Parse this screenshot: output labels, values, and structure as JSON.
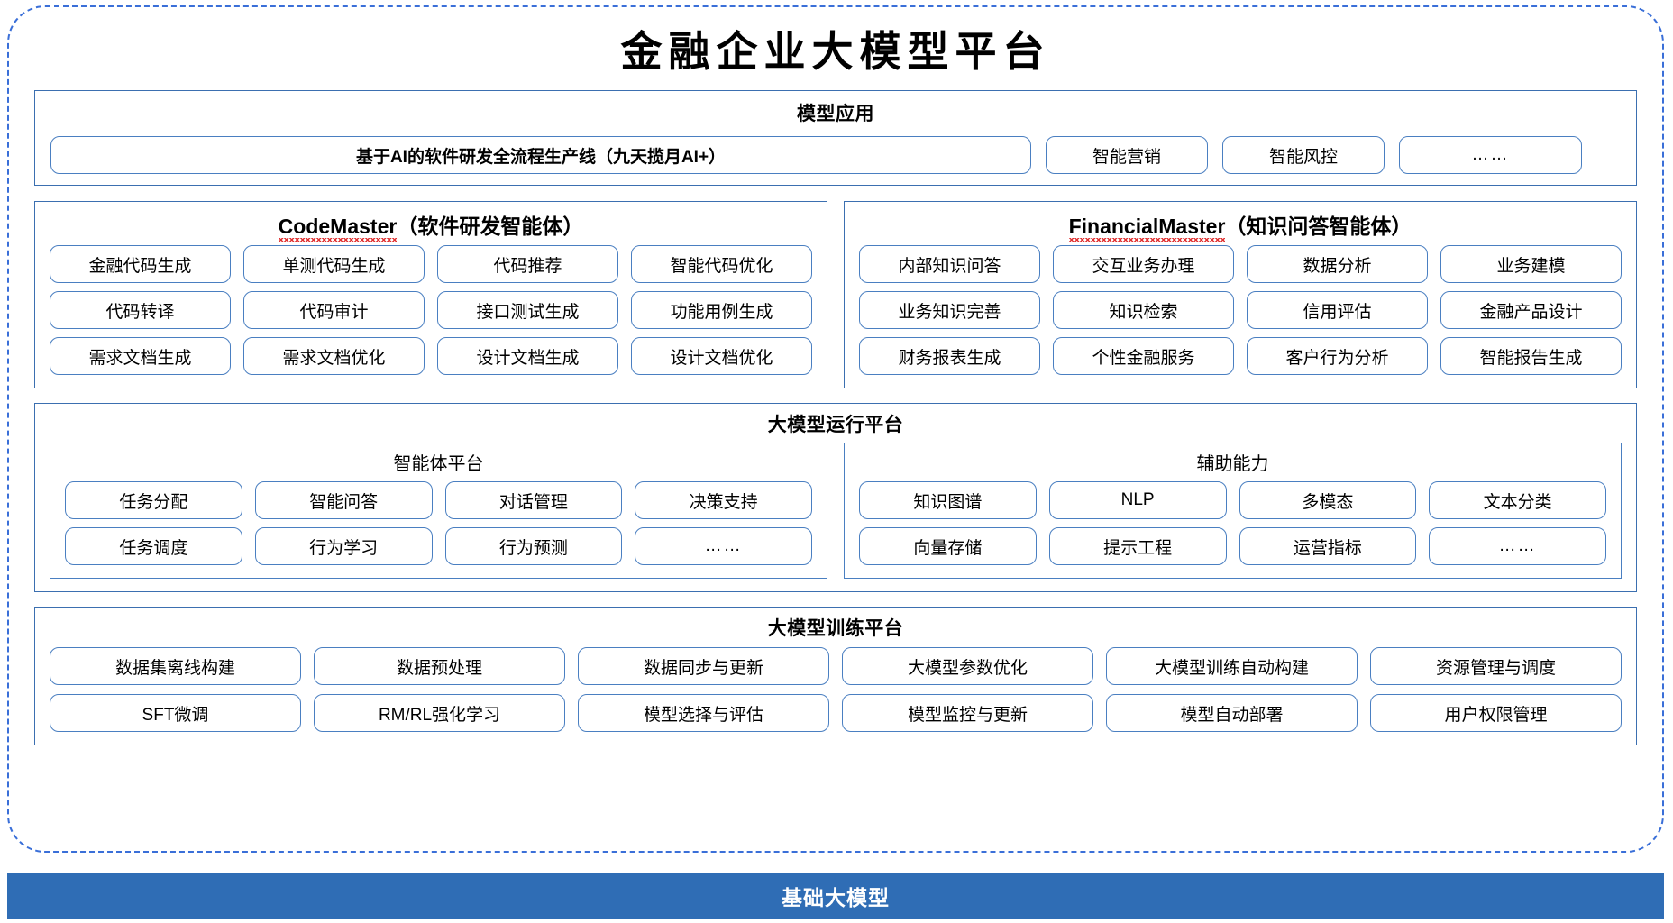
{
  "title": "金融企业大模型平台",
  "colors": {
    "frame_dashed": "#3a6fd8",
    "panel_border": "#3b6fb0",
    "chip_border": "#4a7fc1",
    "banner_bg": "#2f6db5",
    "banner_text": "#ffffff",
    "spellcheck_squiggle": "#e03131"
  },
  "applications": {
    "title": "模型应用",
    "items": [
      {
        "label": "基于AI的软件研发全流程生产线（九天揽月AI+）",
        "bold": true
      },
      {
        "label": "智能营销",
        "bold": false
      },
      {
        "label": "智能风控",
        "bold": false
      },
      {
        "label": "……",
        "bold": false
      }
    ]
  },
  "agents": [
    {
      "title_en": "CodeMaster",
      "title_cn": "（软件研发智能体）",
      "items": [
        "金融代码生成",
        "单测代码生成",
        "代码推荐",
        "智能代码优化",
        "代码转译",
        "代码审计",
        "接口测试生成",
        "功能用例生成",
        "需求文档生成",
        "需求文档优化",
        "设计文档生成",
        "设计文档优化"
      ]
    },
    {
      "title_en": "FinancialMaster",
      "title_cn": "（知识问答智能体）",
      "items": [
        "内部知识问答",
        "交互业务办理",
        "数据分析",
        "业务建模",
        "业务知识完善",
        "知识检索",
        "信用评估",
        "金融产品设计",
        "财务报表生成",
        "个性金融服务",
        "客户行为分析",
        "智能报告生成"
      ]
    }
  ],
  "runtime": {
    "title": "大模型运行平台",
    "subpanels": [
      {
        "title": "智能体平台",
        "items": [
          "任务分配",
          "智能问答",
          "对话管理",
          "决策支持",
          "任务调度",
          "行为学习",
          "行为预测",
          "……"
        ]
      },
      {
        "title": "辅助能力",
        "items": [
          "知识图谱",
          "NLP",
          "多模态",
          "文本分类",
          "向量存储",
          "提示工程",
          "运营指标",
          "……"
        ]
      }
    ]
  },
  "training": {
    "title": "大模型训练平台",
    "items": [
      "数据集离线构建",
      "数据预处理",
      "数据同步与更新",
      "大模型参数优化",
      "大模型训练自动构建",
      "资源管理与调度",
      "SFT微调",
      "RM/RL强化学习",
      "模型选择与评估",
      "模型监控与更新",
      "模型自动部署",
      "用户权限管理"
    ]
  },
  "foundation": {
    "label": "基础大模型"
  }
}
